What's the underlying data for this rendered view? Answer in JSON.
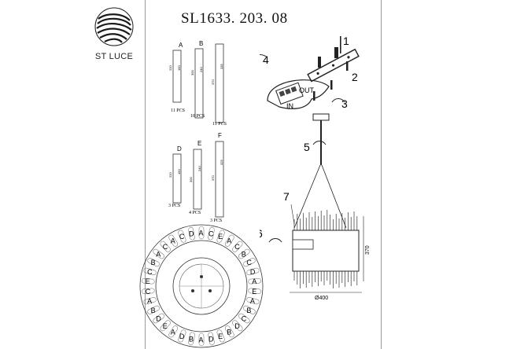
{
  "brand": {
    "name": "ST LUCE"
  },
  "model": "SL1633. 203. 08",
  "rods": [
    {
      "letter": "A",
      "dims": [
        "220",
        "160"
      ],
      "qty": "11 PCS"
    },
    {
      "letter": "B",
      "dims": [
        "300",
        "240"
      ],
      "qty": "10 PCS"
    },
    {
      "letter": "C",
      "dims": [
        "370",
        "335"
      ],
      "qty": "11 PCS"
    },
    {
      "letter": "D",
      "dims": [
        "220",
        "160"
      ],
      "qty": "3 PCS"
    },
    {
      "letter": "E",
      "dims": [
        "300",
        "240"
      ],
      "qty": "4 PCS"
    },
    {
      "letter": "F",
      "dims": [
        "370",
        "325"
      ],
      "qty": "3 PCS"
    }
  ],
  "steps": [
    "1",
    "2",
    "3",
    "4",
    "5",
    "6",
    "7"
  ],
  "wiring": {
    "out_label": "OUT",
    "in_label": "IN"
  },
  "dimensions": {
    "width": "Ø400",
    "height": "370"
  },
  "ring_letters": [
    "A",
    "C",
    "E",
    "A",
    "C",
    "B",
    "C",
    "D",
    "A",
    "E",
    "A",
    "B",
    "C",
    "D",
    "B",
    "E",
    "D",
    "A",
    "B",
    "D",
    "A",
    "E",
    "D",
    "B",
    "A",
    "C",
    "E",
    "C",
    "B",
    "A",
    "C",
    "A",
    "C",
    "D"
  ]
}
